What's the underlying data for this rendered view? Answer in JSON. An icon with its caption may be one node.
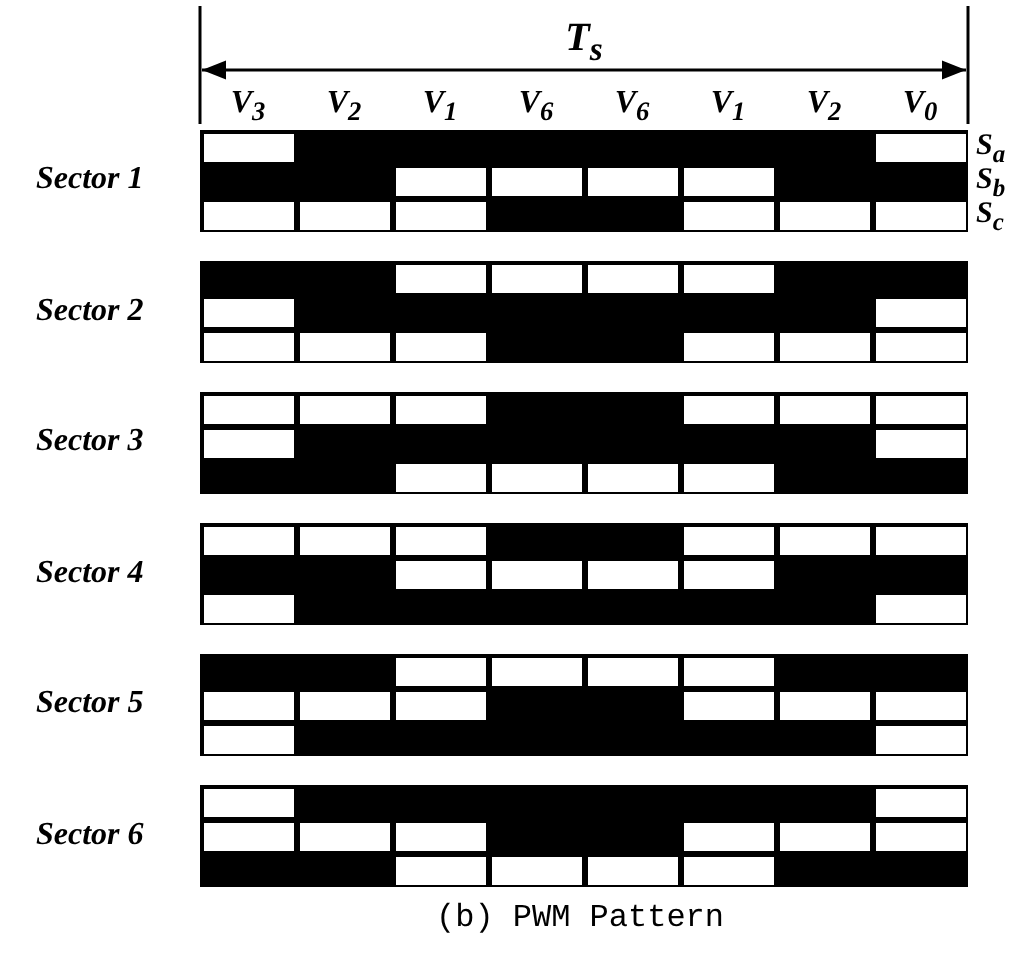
{
  "diagram": {
    "caption": "(b) PWM Pattern",
    "labels": [
      "T$_{s}$",
      "V$_{3}$",
      "V$_{2}$",
      "V$_{1}$",
      "V$_{6}$",
      "V$_{6}$",
      "V$_{1}$",
      "V$_{2}$",
      "V$_{0}$",
      "S$_{a}$",
      "Sector 1",
      "S$_{b}$",
      "S$_{c}$",
      "Sector 2",
      "Sector 3",
      "Sector 4",
      "Sector 5",
      "Sector 6"
    ]
  }
}
